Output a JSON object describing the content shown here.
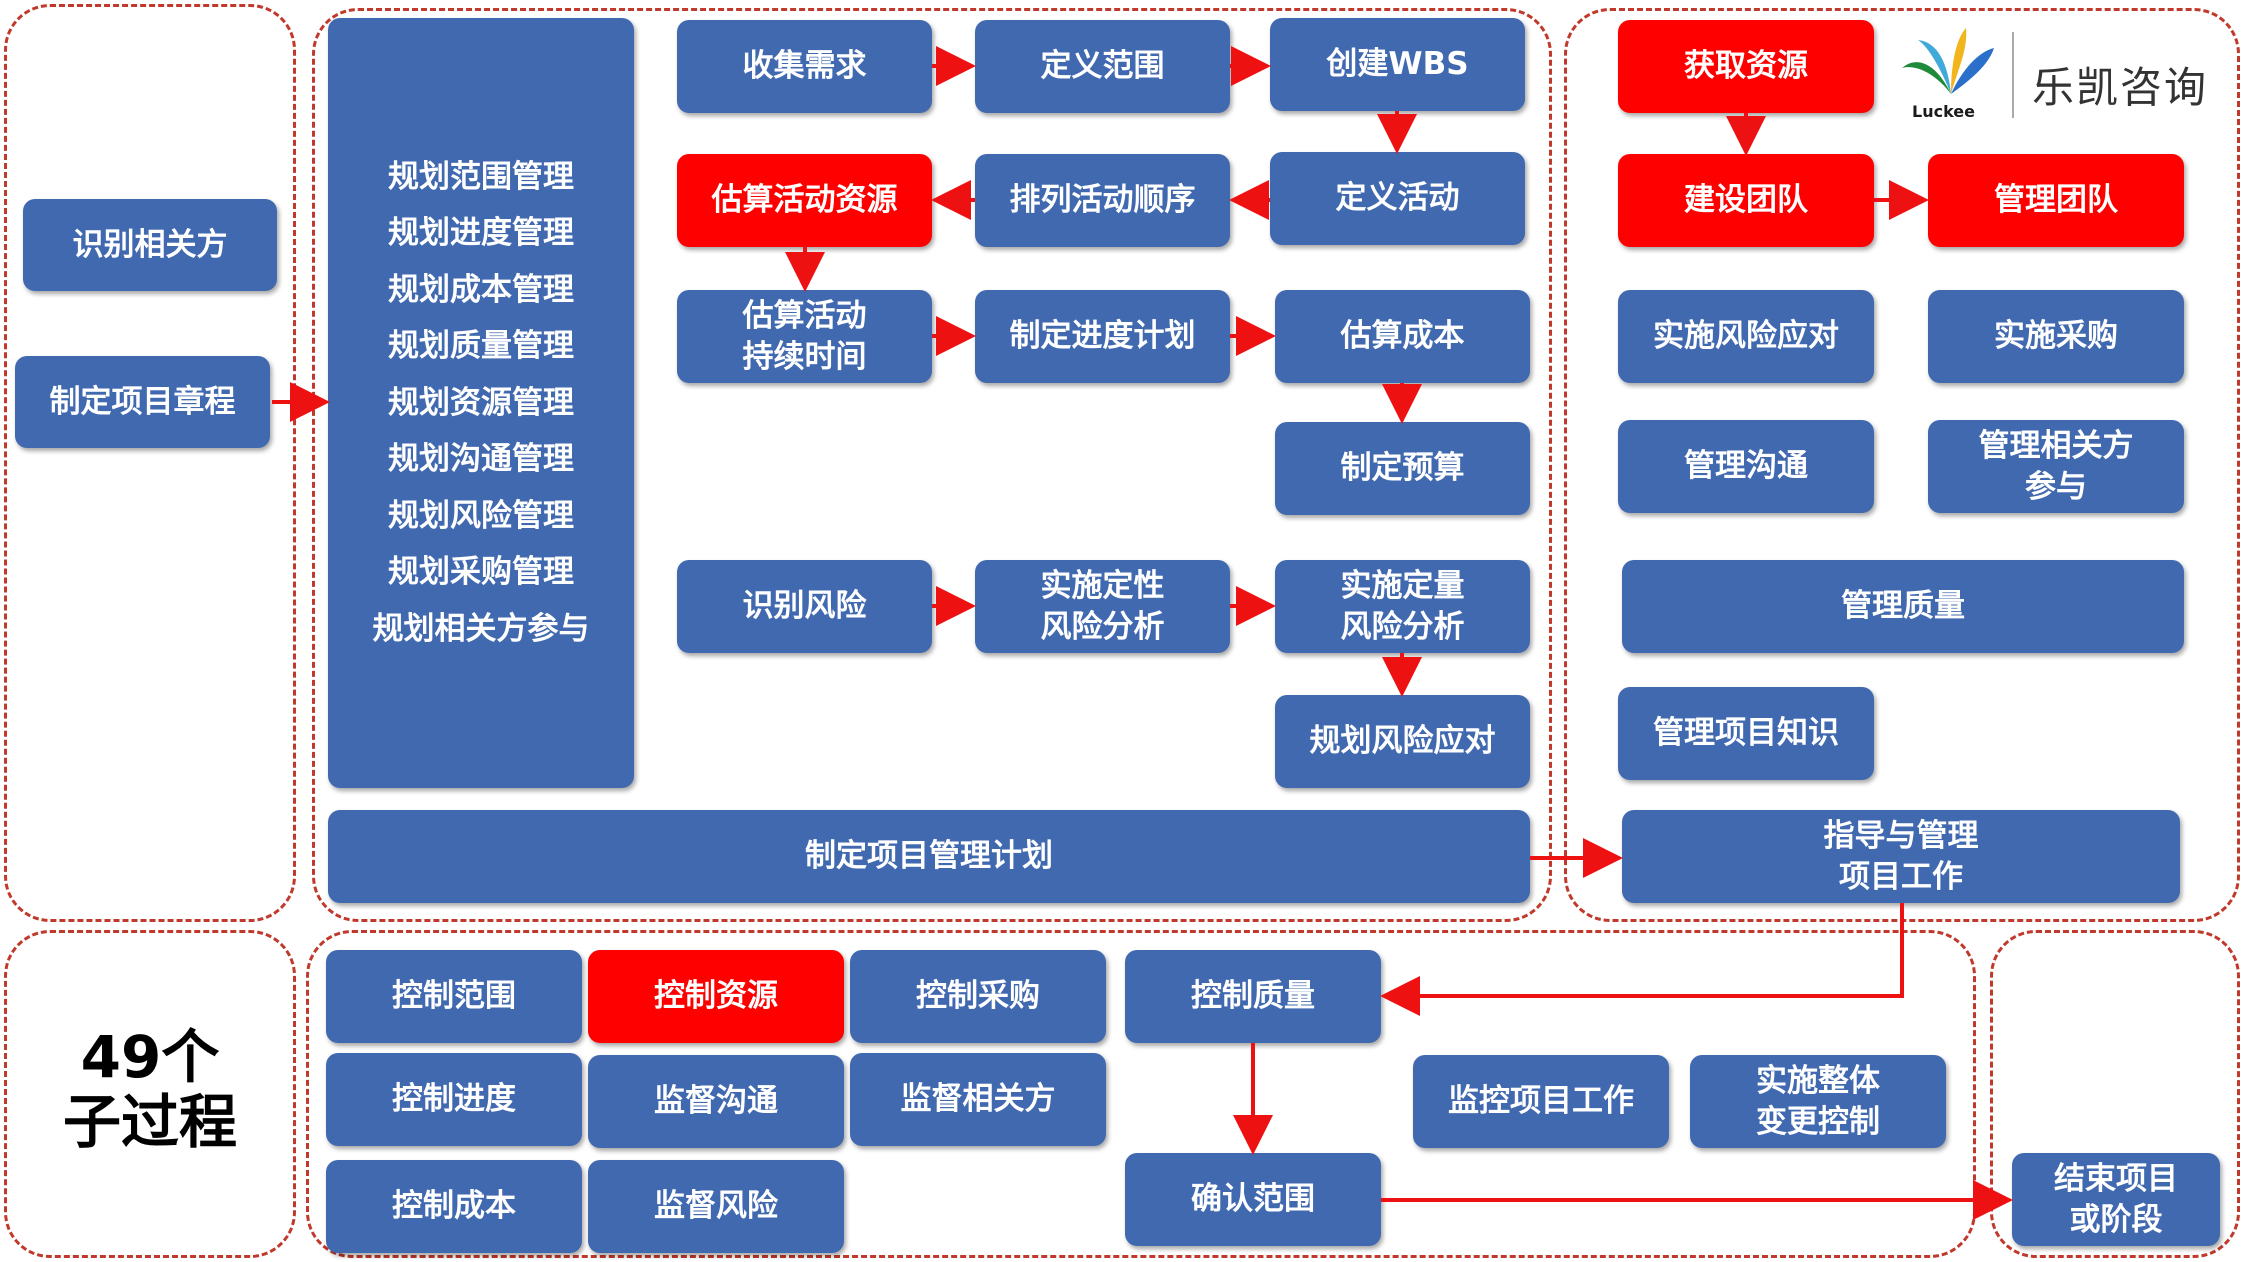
{
  "initiating": [
    "识别相关方",
    "制定项目章程"
  ],
  "planning": {
    "column": [
      "规划范围管理",
      "规划进度管理",
      "规划成本管理",
      "规划质量管理",
      "规划资源管理",
      "规划沟通管理",
      "规划风险管理",
      "规划采购管理",
      "规划相关方参与"
    ],
    "collect_requirements": "收集需求",
    "define_scope": "定义范围",
    "create_wbs": "创建WBS",
    "estimate_activity_resources": "估算活动资源",
    "sequence_activities": "排列活动顺序",
    "define_activities": "定义活动",
    "estimate_durations": "估算活动\n持续时间",
    "develop_schedule": "制定进度计划",
    "estimate_costs": "估算成本",
    "determine_budget": "制定预算",
    "identify_risks": "识别风险",
    "qualitative_risk": "实施定性\n风险分析",
    "quantitative_risk": "实施定量\n风险分析",
    "plan_risk_responses": "规划风险应对",
    "develop_pm_plan": "制定项目管理计划"
  },
  "executing": {
    "acquire_resources": "获取资源",
    "develop_team": "建设团队",
    "manage_team": "管理团队",
    "implement_risk_responses": "实施风险应对",
    "conduct_procurements": "实施采购",
    "manage_communications": "管理沟通",
    "manage_stakeholder_engagement": "管理相关方\n参与",
    "manage_quality": "管理质量",
    "manage_knowledge": "管理项目知识",
    "direct_manage_work": "指导与管理\n项目工作"
  },
  "monitoring": {
    "control_scope": "控制范围",
    "control_resources": "控制资源",
    "control_procurements": "控制采购",
    "control_quality": "控制质量",
    "control_schedule": "控制进度",
    "monitor_communications": "监督沟通",
    "monitor_stakeholders": "监督相关方",
    "monitor_control_work": "监控项目工作",
    "integrated_change_control": "实施整体\n变更控制",
    "control_costs": "控制成本",
    "monitor_risks": "监督风险",
    "validate_scope": "确认范围"
  },
  "closing": "结束项目\n或阶段",
  "summary_label": "49个\n子过程",
  "logo": {
    "brand": "乐凯咨询",
    "sub": "Luckee"
  },
  "colors": {
    "box": "#4169b0",
    "highlight": "#ff0000",
    "arrow": "#ee1111",
    "border": "#c0392b"
  }
}
